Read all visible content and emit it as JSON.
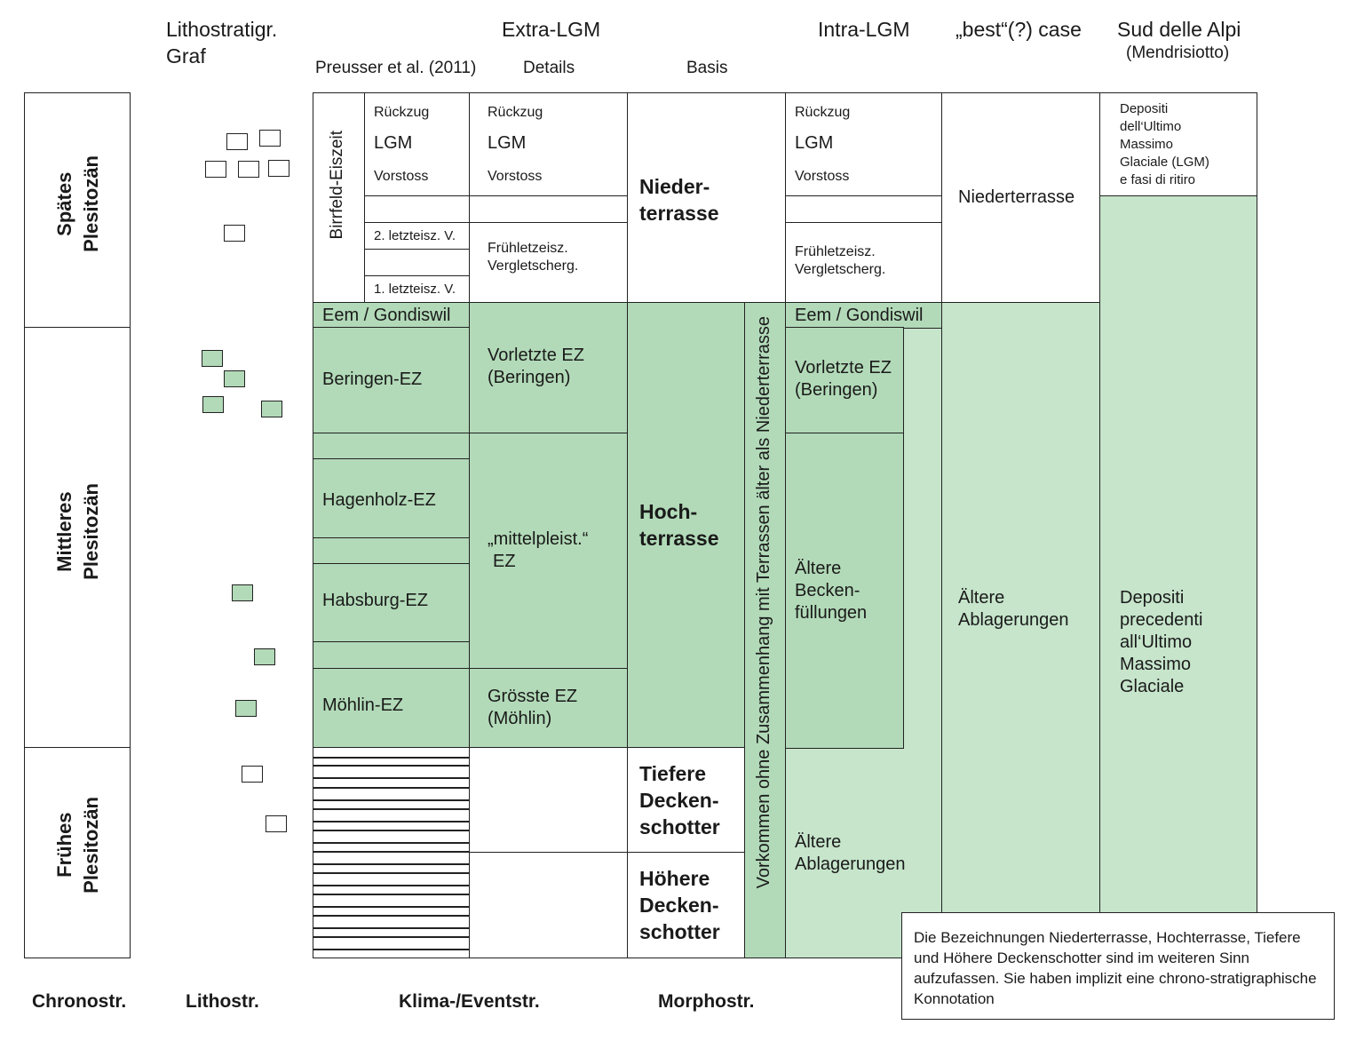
{
  "headers": {
    "lithostratigr": "Lithostratigr.",
    "graf": "Graf",
    "extra_lgm": "Extra-LGM",
    "intra_lgm": "Intra-LGM",
    "best_case": "„best“(?) case",
    "sud_alpi": "Sud delle Alpi",
    "mendrisiotto": "(Mendrisiotto)",
    "preusser": "Preusser et al. (2011)",
    "details": "Details",
    "basis": "Basis"
  },
  "chrono": {
    "spaetes": [
      "Spätes",
      "Plesitozän"
    ],
    "mittleres": [
      "Mittleres",
      "Plesitozän"
    ],
    "fruehes": [
      "Frühes",
      "Plesitozän"
    ]
  },
  "preusser": {
    "birrfeld": "Birrfeld-Eiszeit",
    "rueckzug": "Rückzug",
    "lgm": "LGM",
    "vorstoss": "Vorstoss",
    "letzteisz2": "2. letzteisz. V.",
    "letzteisz1": "1. letzteisz. V.",
    "eem": "Eem / Gondiswil",
    "beringen": "Beringen-EZ",
    "hagenholz": "Hagenholz-EZ",
    "habsburg": "Habsburg-EZ",
    "moehlin": "Möhlin-EZ"
  },
  "details": {
    "rueckzug": "Rückzug",
    "lgm": "LGM",
    "vorstoss": "Vorstoss",
    "fruehletzeisz": "Frühletzeisz.",
    "vergletscherg": "Vergletscherg.",
    "vorletzte": "Vorletzte EZ",
    "beringen": "(Beringen)",
    "mittelpleist": "„mittelpleist.“",
    "ez": "EZ",
    "groesste": "Grösste EZ",
    "moehlin": "(Möhlin)"
  },
  "basis": {
    "nieder1": "Nieder-",
    "nieder2": "terrasse",
    "hoch1": "Hoch-",
    "hoch2": "terrasse",
    "tiefere1": "Tiefere",
    "tiefere2": "Decken-",
    "tiefere3": "schotter",
    "hoehere1": "Höhere",
    "hoehere2": "Decken-",
    "hoehere3": "schotter",
    "vorkommen": "Vorkommen ohne Zusammenhang mit Terrassen älter als Niederterrasse"
  },
  "intra": {
    "rueckzug": "Rückzug",
    "lgm": "LGM",
    "vorstoss": "Vorstoss",
    "fruehletzeisz": "Frühletzeisz.",
    "vergletscherg": "Vergletscherg.",
    "eem": "Eem / Gondiswil",
    "vorletzte": "Vorletzte EZ",
    "beringen": "(Beringen)",
    "aeltere1": "Ältere",
    "aeltere2": "Becken-",
    "aeltere3": "füllungen",
    "ablag1": "Ältere",
    "ablag2": "Ablagerungen"
  },
  "best": {
    "niederterrasse": "Niederterrasse",
    "aeltere": "Ältere",
    "ablagerungen": "Ablagerungen"
  },
  "sud": {
    "top": [
      "Depositi",
      "dell‘Ultimo",
      "Massimo",
      "Glaciale (LGM)",
      "e fasi di ritiro"
    ],
    "bottom": [
      "Depositi",
      "precedenti",
      "all‘Ultimo",
      "Massimo",
      "Glaciale"
    ]
  },
  "note": "Die Bezeichnungen Niederterrasse, Hochterrasse, Tiefere und Höhere Deckenschotter sind im weiteren Sinn aufzufassen. Sie haben implizit eine chrono-stratigraphische Konnotation",
  "footer": {
    "chronostr": "Chronostr.",
    "lithostr": "Lithostr.",
    "klima": "Klima-/Eventstr.",
    "morphostr": "Morphostr."
  },
  "colors": {
    "green": "#b2dab8",
    "light_green": "#c6e5cb",
    "line": "#222222"
  }
}
